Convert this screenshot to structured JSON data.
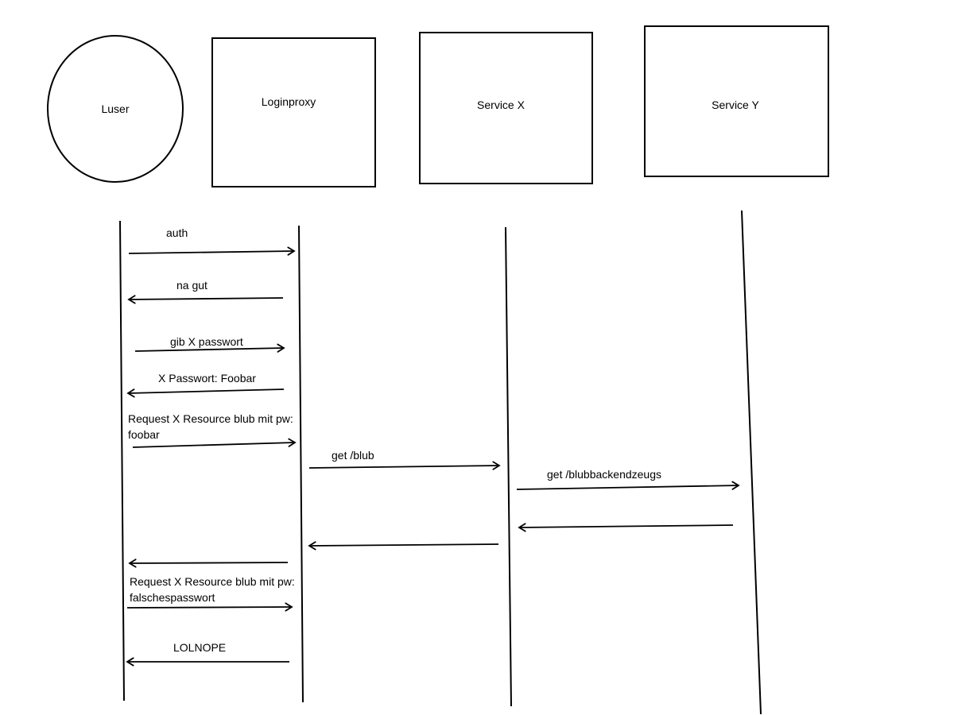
{
  "participants": {
    "luser": "Luser",
    "loginproxy": "Loginproxy",
    "service_x": "Service X",
    "service_y": "Service Y"
  },
  "messages": {
    "auth": "auth",
    "na_gut": "na gut",
    "gib_x_passwort": "gib X passwort",
    "x_passwort": "X Passwort: Foobar",
    "request1_line1": "Request X Resource blub mit pw:",
    "request1_line2": "foobar",
    "get_blub": "get /blub",
    "get_backend": "get /blubbackendzeugs",
    "request2_line1": "Request X Resource blub mit pw:",
    "request2_line2": "falschespasswort",
    "lolnope": "LOLNOPE"
  }
}
